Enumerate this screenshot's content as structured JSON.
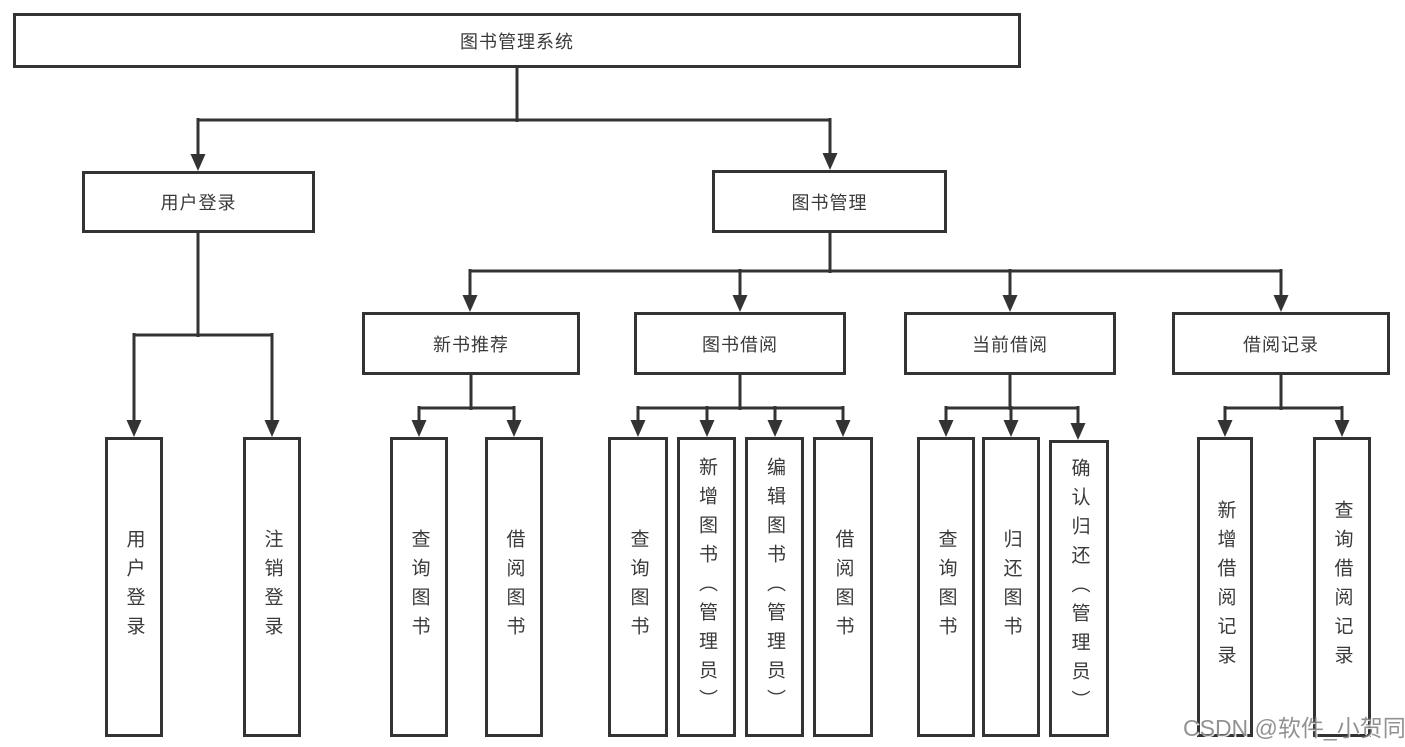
{
  "tree": {
    "label": "图书管理系统",
    "children": [
      {
        "label": "用户登录",
        "children": [
          {
            "label": "用户登录"
          },
          {
            "label": "注销登录"
          }
        ]
      },
      {
        "label": "图书管理",
        "children": [
          {
            "label": "新书推荐",
            "children": [
              {
                "label": "查询图书"
              },
              {
                "label": "借阅图书"
              }
            ]
          },
          {
            "label": "图书借阅",
            "children": [
              {
                "label": "查询图书"
              },
              {
                "label": "新增图书（管理员）"
              },
              {
                "label": "编辑图书（管理员）"
              },
              {
                "label": "借阅图书"
              }
            ]
          },
          {
            "label": "当前借阅",
            "children": [
              {
                "label": "查询图书"
              },
              {
                "label": "归还图书"
              },
              {
                "label": "确认归还（管理员）"
              }
            ]
          },
          {
            "label": "借阅记录",
            "children": [
              {
                "label": "新增借阅记录"
              },
              {
                "label": "查询借阅记录"
              }
            ]
          }
        ]
      }
    ]
  },
  "watermark": {
    "text": "CSDN @软件_小贺同学"
  },
  "colors": {
    "line": "#333333",
    "text": "#3a3a3a",
    "background": "#ffffff"
  }
}
